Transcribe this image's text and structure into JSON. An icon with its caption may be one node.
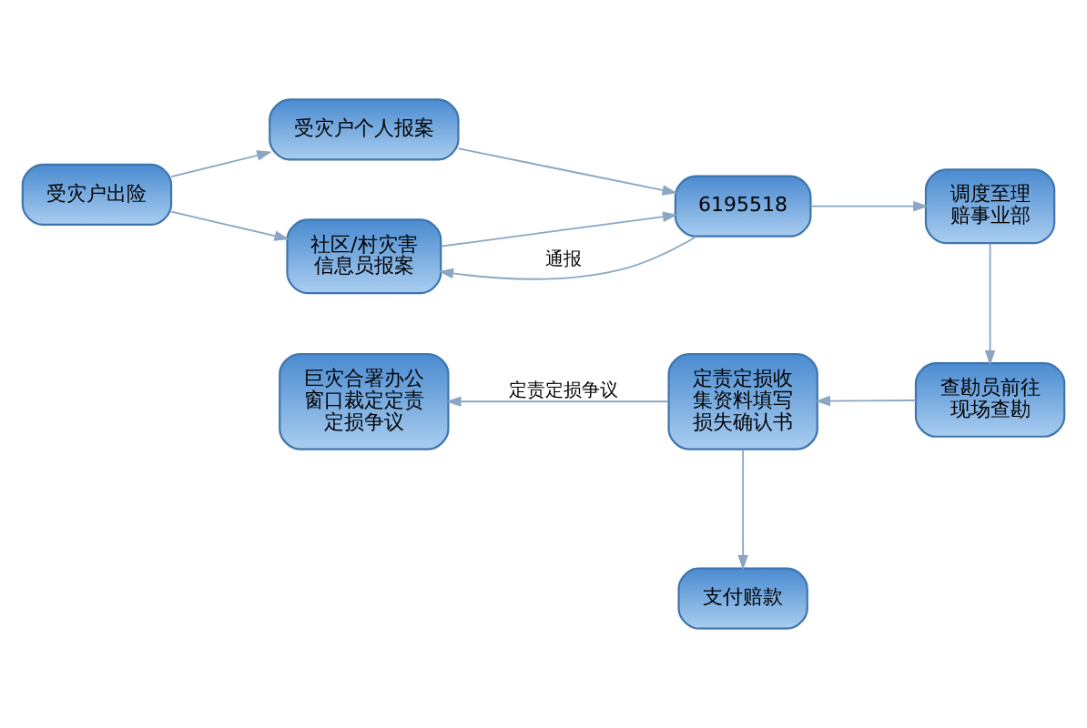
{
  "diagram": {
    "nodes": [
      {
        "text": [
          "受灾户出险"
        ]
      },
      {
        "text": [
          "受灾户个人报案"
        ]
      },
      {
        "text": [
          "社区/村灾害信息员报案"
        ]
      },
      {
        "text": [
          "6195518"
        ]
      },
      {
        "text": [
          "调度至理赔事业部"
        ]
      },
      {
        "text": [
          "查勘员前往现场查勘"
        ]
      },
      {
        "text": [
          "定责定损收集资料填写损失确认书"
        ]
      },
      {
        "text": [
          "巨灾合署办公窗口裁定定责定损争议"
        ]
      },
      {
        "text": [
          "支付赔款"
        ]
      }
    ],
    "edges": [
      {
        "from": 0,
        "to": 1,
        "arrow": "to"
      },
      {
        "from": 0,
        "to": 2,
        "arrow": "to"
      },
      {
        "from": 1,
        "to": 3,
        "arrow": "to"
      },
      {
        "from": 2,
        "to": 3,
        "arrow": "to"
      },
      {
        "from": 3,
        "to": 2,
        "arrow": "to",
        "label": "通报"
      },
      {
        "from": 3,
        "to": 4,
        "arrow": "to"
      },
      {
        "from": 4,
        "to": 5,
        "arrow": "to"
      },
      {
        "from": 5,
        "to": 6,
        "arrow": "to"
      },
      {
        "from": 6,
        "to": 7,
        "arrow": "to",
        "label": "定责定损争议"
      },
      {
        "from": 6,
        "to": 8,
        "arrow": "to"
      }
    ]
  }
}
